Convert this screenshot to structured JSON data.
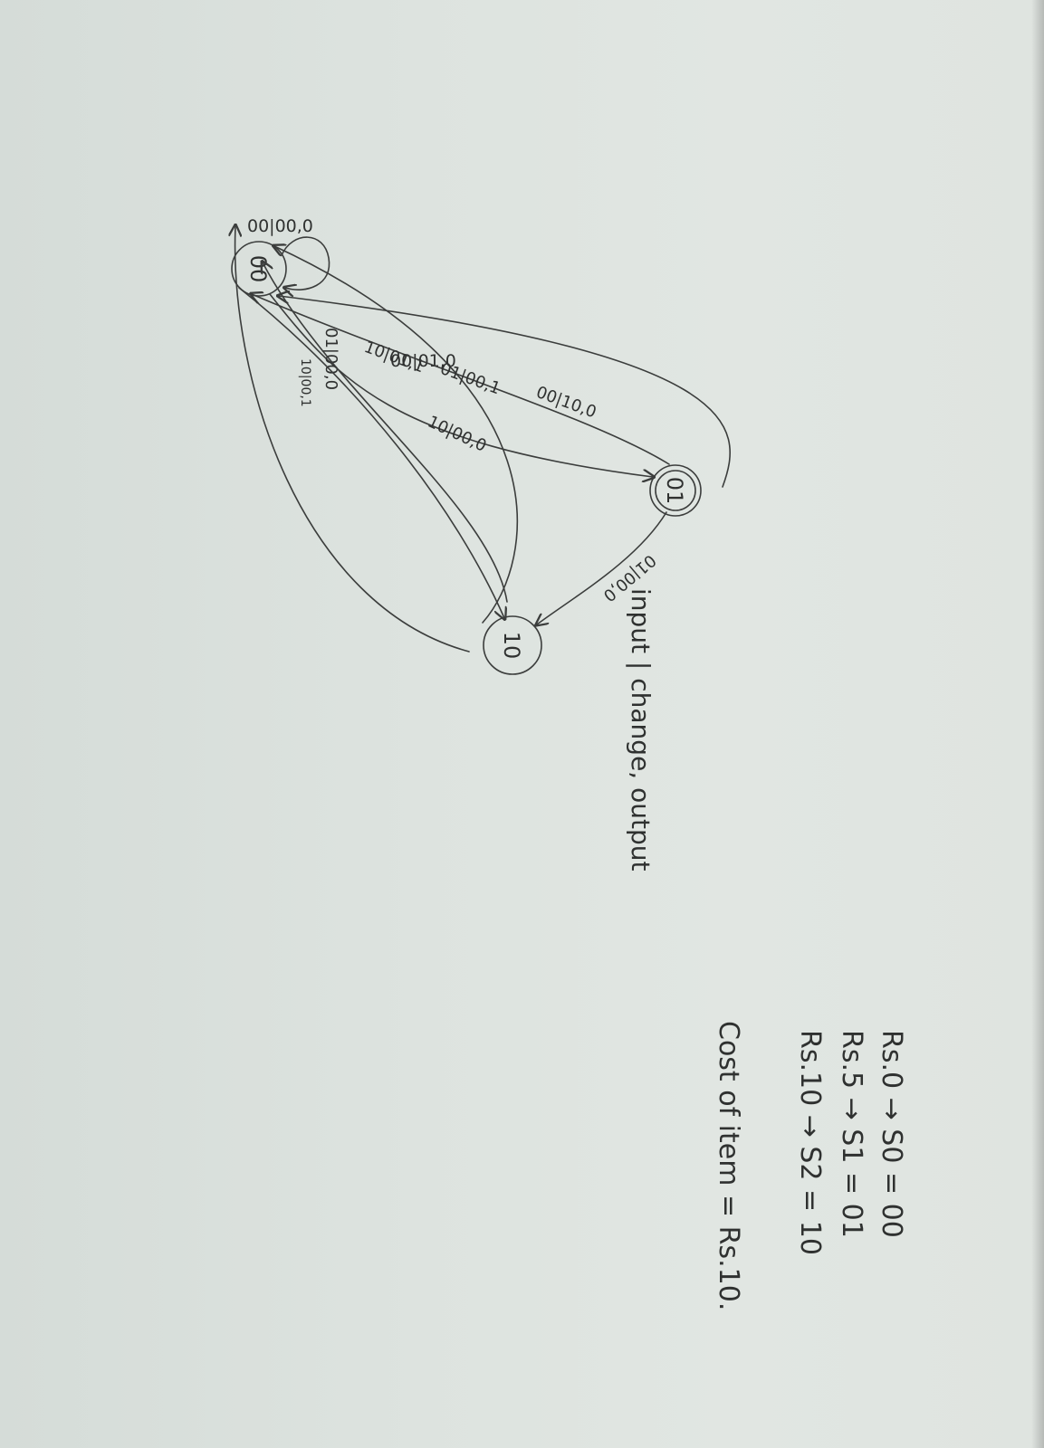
{
  "heading": "input | change, output",
  "states": [
    {
      "id": "s00",
      "label": "00"
    },
    {
      "id": "s01",
      "label": "01"
    },
    {
      "id": "s10",
      "label": "10"
    }
  ],
  "transitions": {
    "self_loop_00": "00|00,0",
    "s01_to_s00_top": "00|01,0",
    "s00_to_s01": "01|00,0",
    "s01_to_s00_mid": "10|00,1",
    "s00_to_s10": "10|00,0",
    "s10_to_s00_inner": "00|10,0",
    "s01_to_s10": "01|00,0",
    "s10_to_s00_mid": "01|00,1",
    "s10_to_s00_outer": "10|01,1"
  },
  "notes": {
    "line1": "Rs.0 → S0 = 00",
    "line2": "Rs.5 → S1 = 01",
    "line3": "Rs.10 → S2 = 10",
    "cost": "Cost of item = Rs.10."
  }
}
